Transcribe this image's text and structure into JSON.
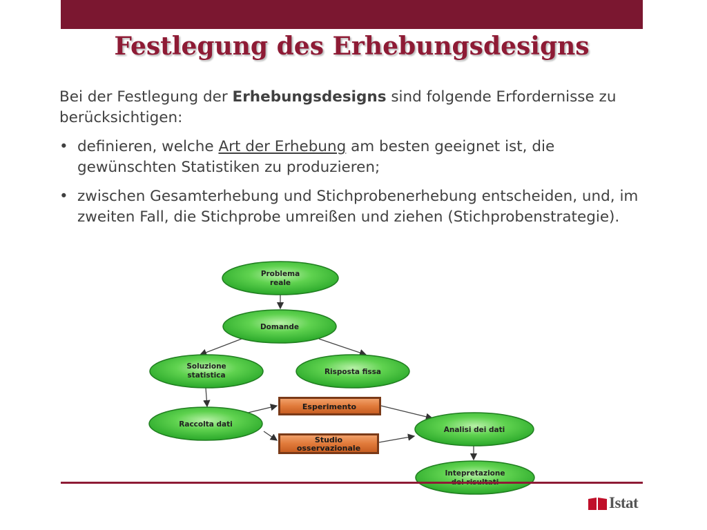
{
  "slide": {
    "title": "Festlegung des Erhebungsdesigns",
    "intro_pre": "Bei der Festlegung der ",
    "intro_bold": "Erhebungsdesigns",
    "intro_post": " sind folgende Erfordernisse zu berücksichtigen:",
    "bullet1_pre": "definieren, welche ",
    "bullet1_link": "Art der Erhebung",
    "bullet1_post": " am besten geeignet ist, die gewünschten Statistiken zu produzieren;",
    "bullet2": "zwischen Gesamterhebung und Stichprobenerhebung entscheiden, und, im zweiten Fall, die Stichprobe umreißen und ziehen (Stichprobenstrategie)."
  },
  "diagram": {
    "node_problema_1": "Problema",
    "node_problema_2": "reale",
    "node_domande": "Domande",
    "node_soluzione_1": "Soluzione",
    "node_soluzione_2": "statistica",
    "node_risposta": "Risposta fissa",
    "node_raccolta": "Raccolta dati",
    "node_analisi": "Analisi dei dati",
    "node_interpretazione_1": "Intepretazione",
    "node_interpretazione_2": "dei risultati",
    "box_esperimento": "Esperimento",
    "box_studio_1": "Studio",
    "box_studio_2": "osservazionale"
  },
  "logo": {
    "text": "Istat"
  },
  "colors": {
    "brand": "#7b1730",
    "node_green": "#3cc43a",
    "box_orange": "#e07a3a"
  }
}
